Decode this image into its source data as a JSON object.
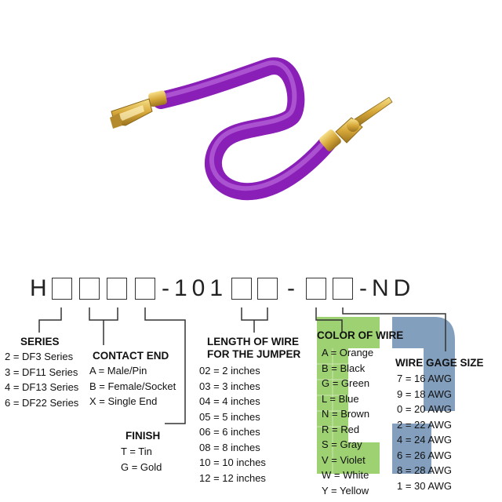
{
  "part_number": {
    "prefix": "H",
    "seg1": "-101",
    "seg2": "-",
    "seg3": "-ND"
  },
  "series": {
    "title": "SERIES",
    "items": [
      "2 = DF3 Series",
      "3 = DF11 Series",
      "4 = DF13 Series",
      "6 = DF22 Series"
    ]
  },
  "contact_end": {
    "title": "CONTACT END",
    "items": [
      "A = Male/Pin",
      "B = Female/Socket",
      "X = Single End"
    ]
  },
  "finish": {
    "title": "FINISH",
    "items": [
      "T = Tin",
      "G = Gold"
    ]
  },
  "length": {
    "title_line1": "LENGTH OF WIRE",
    "title_line2": "FOR THE JUMPER",
    "items": [
      "02 = 2 inches",
      "03 = 3 inches",
      "04 = 4 inches",
      "05 = 5 inches",
      "06 = 6 inches",
      "08 = 8 inches",
      "10 = 10 inches",
      "12 = 12 inches"
    ]
  },
  "color": {
    "title": "COLOR OF WIRE",
    "items": [
      "A = Orange",
      "B = Black",
      "G = Green",
      "L = Blue",
      "N = Brown",
      "R = Red",
      "S = Gray",
      "V = Violet",
      "W = White",
      "Y = Yellow"
    ]
  },
  "gage": {
    "title": "WIRE GAGE SIZE",
    "items": [
      "7 = 16 AWG",
      "9 = 18 AWG",
      "0 = 20 AWG",
      "2 = 22 AWG",
      "4 = 24 AWG",
      "6 = 26 AWG",
      "8 = 28 AWG",
      "1 = 30 AWG"
    ]
  },
  "colors": {
    "wire": "#9b27c9",
    "wire_highlight": "#c77be6",
    "contact_gold": "#d8a93a",
    "logo_green": "#7dc242",
    "logo_blue": "#5a7fa8"
  }
}
